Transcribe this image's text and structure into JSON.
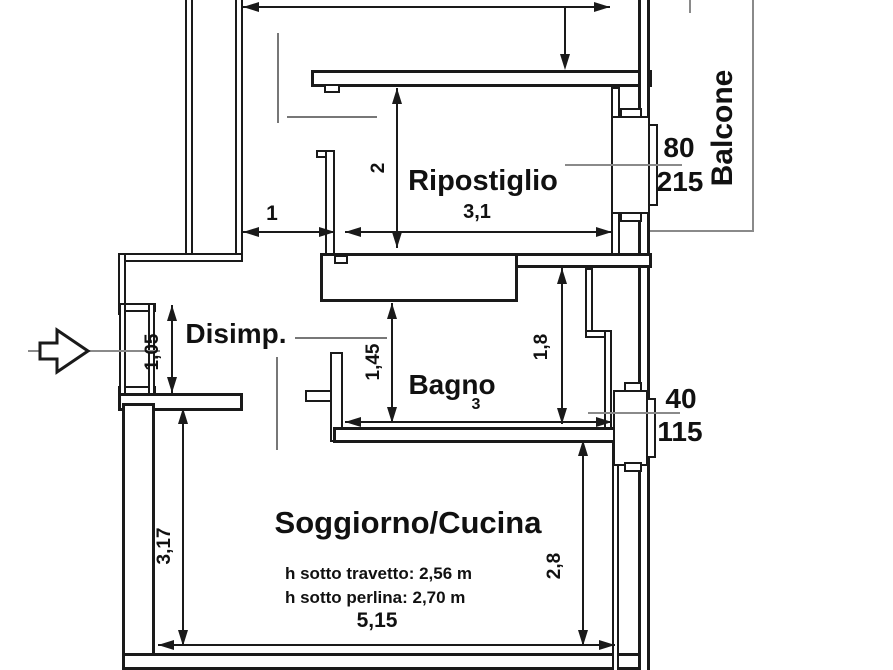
{
  "plan": {
    "rooms": {
      "ripostiglio": {
        "name": "Ripostiglio"
      },
      "disimpegno": {
        "name": "Disimp."
      },
      "bagno": {
        "name": "Bagno"
      },
      "soggiorno": {
        "name": "Soggiorno/Cucina"
      },
      "balcone": {
        "name": "Balcone"
      }
    },
    "notes": {
      "travetto": "h sotto travetto: 2,56 m",
      "perlina": "h sotto perlina: 2,70 m"
    },
    "dims": {
      "corridor": "1",
      "ripostiglio_w": "3,1",
      "ripostiglio_d": "2",
      "entry_door": "1,05",
      "bagno_left": "1,45",
      "bagno_right": "1,8",
      "bagno_w": "3",
      "sogg_left": "3,17",
      "sogg_right": "2,8",
      "sogg_w": "5,15"
    },
    "openings": {
      "balcony_door": {
        "w": "80",
        "h": "215"
      },
      "bagno_window": {
        "w": "40",
        "h": "115"
      }
    },
    "colors": {
      "line": "#1a1a1a",
      "gray": "#8a8a8a"
    }
  }
}
